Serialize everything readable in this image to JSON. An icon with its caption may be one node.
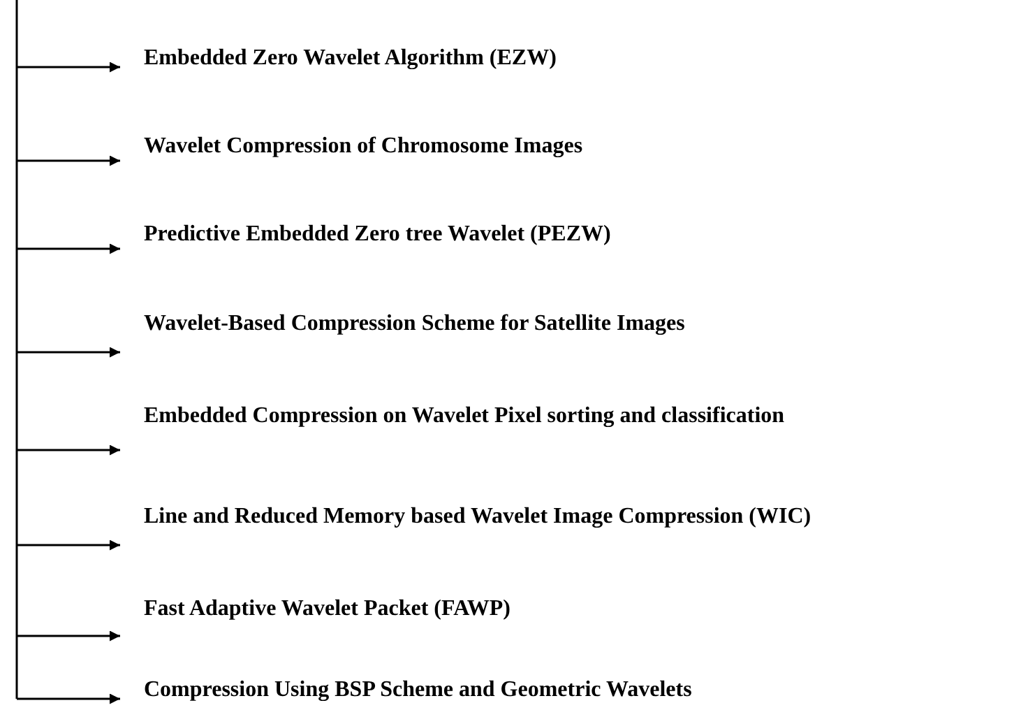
{
  "diagram": {
    "nodes": [
      {
        "text": [
          "Embedded Zero Wavelet Algorithm (EZW)"
        ]
      },
      {
        "text": [
          "Wavelet Compression of Chromosome Images"
        ]
      },
      {
        "text": [
          "Predictive Embedded Zero tree Wavelet (PEZW)"
        ]
      },
      {
        "text": [
          "Wavelet-Based Compression Scheme for Satellite Images"
        ]
      },
      {
        "text": [
          "Embedded Compression on Wavelet Pixel sorting and classification"
        ]
      },
      {
        "text": [
          "Line and Reduced Memory based Wavelet Image Compression (WIC)"
        ]
      },
      {
        "text": [
          "Fast Adaptive Wavelet Packet (FAWP)"
        ]
      },
      {
        "text": [
          "Compression Using BSP Scheme and Geometric Wavelets"
        ]
      }
    ],
    "edges": [
      {
        "from": null,
        "to": 0,
        "arrow": "to"
      },
      {
        "from": null,
        "to": 1,
        "arrow": "to"
      },
      {
        "from": null,
        "to": 2,
        "arrow": "to"
      },
      {
        "from": null,
        "to": 3,
        "arrow": "to"
      },
      {
        "from": null,
        "to": 4,
        "arrow": "to"
      },
      {
        "from": null,
        "to": 5,
        "arrow": "to"
      },
      {
        "from": null,
        "to": 6,
        "arrow": "to"
      },
      {
        "from": null,
        "to": 7,
        "arrow": "to"
      }
    ]
  }
}
